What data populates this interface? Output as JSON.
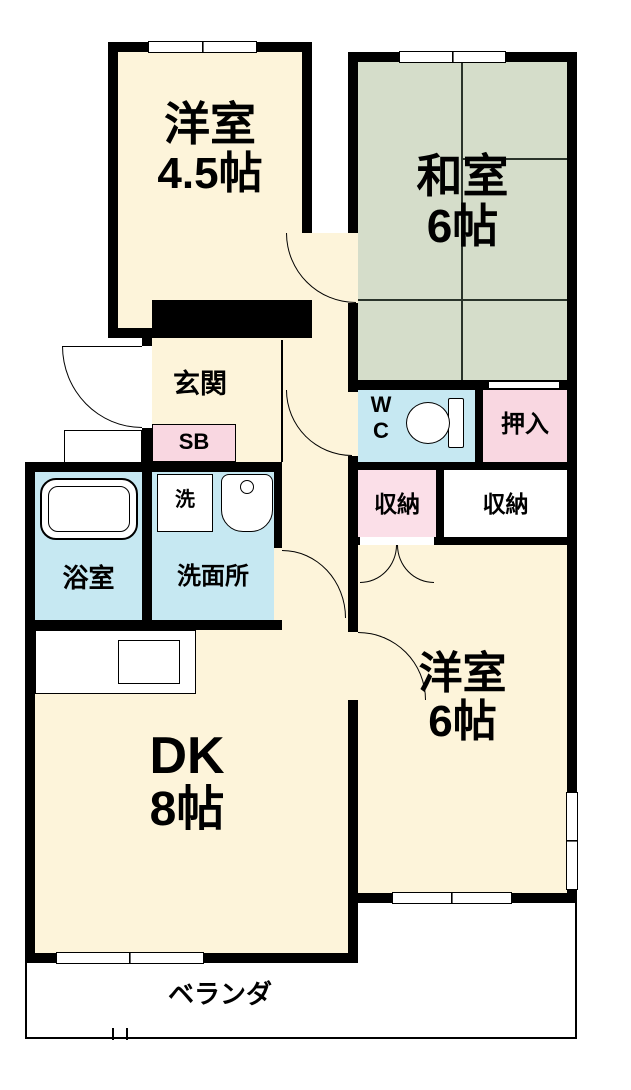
{
  "colors": {
    "wall": "#000000",
    "cream": "#fdf4da",
    "tatami": "#d5ddca",
    "water": "#c6e8f2",
    "pink": "#f9d7e1",
    "pink_light": "#fbdfe8"
  },
  "rooms": {
    "western_45": {
      "name": "洋室",
      "size": "4.5帖"
    },
    "japanese_6": {
      "name": "和室",
      "size": "6帖"
    },
    "entrance": {
      "label": "玄関"
    },
    "shoe_box": {
      "label": "SB"
    },
    "toilet": {
      "label": "WC"
    },
    "oshiire": {
      "label": "押入"
    },
    "storage_left": {
      "label": "収納"
    },
    "storage_right": {
      "label": "収納"
    },
    "bathroom": {
      "label": "浴室"
    },
    "washroom": {
      "label": "洗面所"
    },
    "washing_machine": {
      "label": "洗"
    },
    "dk": {
      "name": "DK",
      "size": "8帖"
    },
    "western_6": {
      "name": "洋室",
      "size": "6帖"
    },
    "veranda": {
      "label": "ベランダ"
    }
  }
}
